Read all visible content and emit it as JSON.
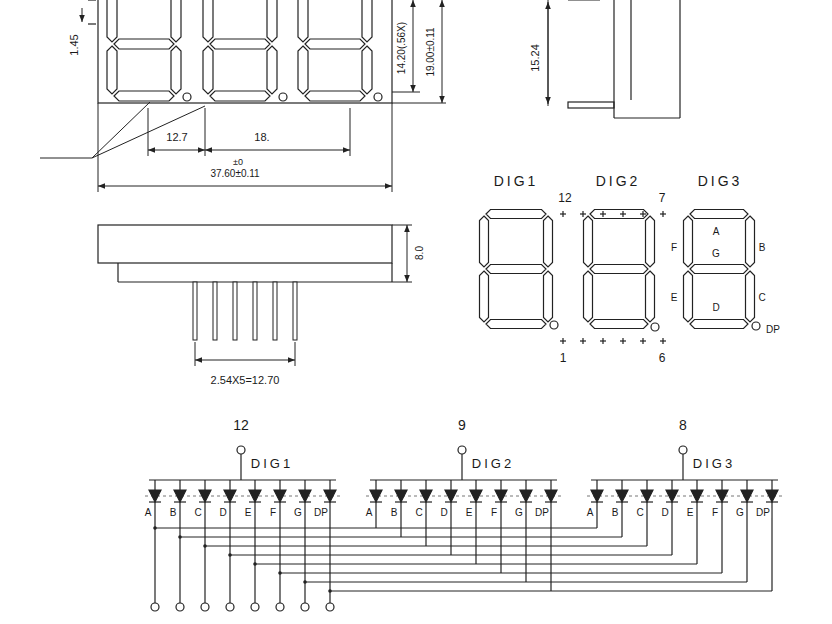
{
  "diagram": {
    "labels": [
      "1.45",
      "14.20(.56X)",
      "19.00±0.11",
      "12.7",
      "18.",
      "±0",
      "37.60±0.11",
      "15.24",
      "8.0",
      "2.54X5=12.70",
      "DIG1",
      "DIG2",
      "DIG3",
      "12",
      "7",
      "F",
      "A",
      "G",
      "B",
      "E",
      "C",
      "D",
      "DP",
      "1",
      "6",
      "12",
      "9",
      "8",
      "DIG1",
      "DIG2",
      "DIG3",
      "A",
      "B",
      "C",
      "D",
      "E",
      "F",
      "G",
      "DP",
      "A",
      "B",
      "C",
      "D",
      "E",
      "F",
      "G",
      "DP",
      "A",
      "B",
      "C",
      "D",
      "E",
      "F",
      "G",
      "DP"
    ]
  }
}
